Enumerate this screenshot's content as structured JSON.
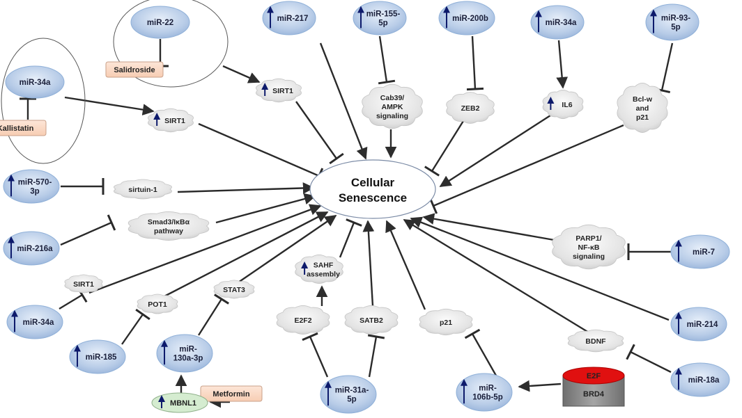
{
  "center": {
    "line1": "Cellular",
    "line2": "Senescence"
  },
  "mirnas": [
    {
      "id": "mir22",
      "lines": [
        "miR-22"
      ],
      "up": false
    },
    {
      "id": "mir34a_left",
      "lines": [
        "miR-34a"
      ],
      "up": false
    },
    {
      "id": "mir217",
      "lines": [
        "miR-217"
      ],
      "up": true
    },
    {
      "id": "mir155",
      "lines": [
        "miR-155-",
        "5p"
      ],
      "up": true
    },
    {
      "id": "mir200b",
      "lines": [
        "miR-200b"
      ],
      "up": true
    },
    {
      "id": "mir34a_top",
      "lines": [
        "miR-34a"
      ],
      "up": true
    },
    {
      "id": "mir93",
      "lines": [
        "miR-93-",
        "5p"
      ],
      "up": true
    },
    {
      "id": "mir570",
      "lines": [
        "miR-570-",
        "3p"
      ],
      "up": true
    },
    {
      "id": "mir216a",
      "lines": [
        "miR-216a"
      ],
      "up": true
    },
    {
      "id": "mir34a_bottom",
      "lines": [
        "miR-34a"
      ],
      "up": true
    },
    {
      "id": "mir185",
      "lines": [
        "miR-185"
      ],
      "up": true
    },
    {
      "id": "mir130a",
      "lines": [
        "miR-",
        "130a-3p"
      ],
      "up": true
    },
    {
      "id": "mir31a",
      "lines": [
        "miR-31a-",
        "5p"
      ],
      "up": true
    },
    {
      "id": "mir106b",
      "lines": [
        "miR-",
        "106b-5p"
      ],
      "up": true
    },
    {
      "id": "mir7",
      "lines": [
        "miR-7"
      ],
      "up": true
    },
    {
      "id": "mir214",
      "lines": [
        "miR-214"
      ],
      "up": true
    },
    {
      "id": "mir18a",
      "lines": [
        "miR-18a"
      ],
      "up": true
    }
  ],
  "targets": [
    {
      "id": "sirt1_mid",
      "lines": [
        "SIRT1"
      ],
      "up": true
    },
    {
      "id": "sirt1_left",
      "lines": [
        "SIRT1"
      ],
      "up": true
    },
    {
      "id": "cab39",
      "lines": [
        "Cab39/",
        "AMPK",
        "signaling"
      ],
      "up": false
    },
    {
      "id": "zeb2",
      "lines": [
        "ZEB2"
      ],
      "up": false
    },
    {
      "id": "il6",
      "lines": [
        "IL6"
      ],
      "up": true
    },
    {
      "id": "bclw",
      "lines": [
        "Bcl-w",
        "and",
        "p21"
      ],
      "up": false
    },
    {
      "id": "sirtuin1",
      "lines": [
        "sirtuin-1"
      ],
      "up": false
    },
    {
      "id": "smad3",
      "lines": [
        "Smad3/IκBα",
        "pathway"
      ],
      "up": false
    },
    {
      "id": "parp1",
      "lines": [
        "PARP1/",
        "NF-κB",
        "signaling"
      ],
      "up": false
    },
    {
      "id": "sahf",
      "lines": [
        "SAHF",
        "assembly"
      ],
      "up": true
    },
    {
      "id": "sirt1_low",
      "lines": [
        "SIRT1"
      ],
      "up": false
    },
    {
      "id": "pot1",
      "lines": [
        "POT1"
      ],
      "up": false
    },
    {
      "id": "stat3",
      "lines": [
        "STAT3"
      ],
      "up": false
    },
    {
      "id": "e2f2",
      "lines": [
        "E2F2"
      ],
      "up": false
    },
    {
      "id": "satb2",
      "lines": [
        "SATB2"
      ],
      "up": false
    },
    {
      "id": "p21",
      "lines": [
        "p21"
      ],
      "up": false
    },
    {
      "id": "bdnf",
      "lines": [
        "BDNF"
      ],
      "up": false
    }
  ],
  "boxes": [
    {
      "id": "salidroside",
      "label": "Salidroside"
    },
    {
      "id": "kallistatin",
      "label": "Kallistatin"
    },
    {
      "id": "metformin",
      "label": "Metformin"
    }
  ],
  "mbnl1": {
    "label": "MBNL1",
    "up": true
  },
  "brd4": {
    "top": "E2F",
    "bottom": "BRD4"
  },
  "colors": {
    "mirna_fill": "#b8cde8",
    "mirna_edge": "#8fb0d8",
    "arrow_up": "#0d1a6b",
    "box_fill": "#fbdcca",
    "mbnl1_fill": "#d5ecd0",
    "e2f_red": "#e01010",
    "brd4_gray": "#8a8a8a"
  }
}
